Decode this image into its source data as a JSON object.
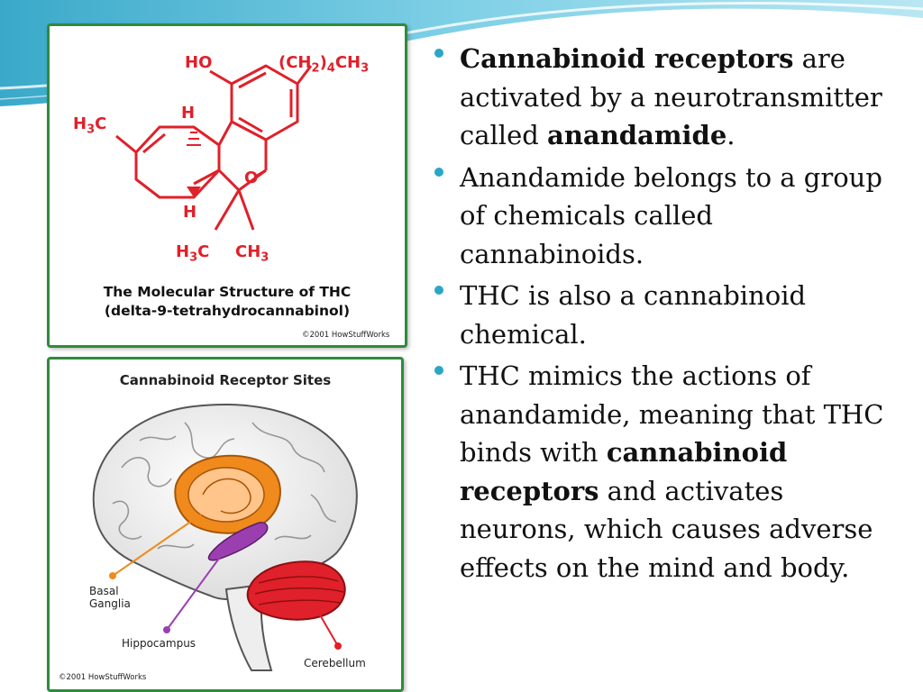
{
  "slide": {
    "accent_color": "#2aa6c8",
    "panel_border_color": "#2e8b3e"
  },
  "thc_figure": {
    "labels": {
      "ho": "HO",
      "side_chain": "(CH2)4CH3",
      "h3c_left": "H3C",
      "h_top": "H",
      "o": "O",
      "h_bottom": "H",
      "h3c_bottom": "H3C",
      "ch3_bottom": "CH3"
    },
    "caption_line1": "The Molecular Structure of THC",
    "caption_line2": "(delta-9-tetrahydrocannabinol)",
    "credit": "©2001 HowStuffWorks",
    "bond_color": "#e0202a"
  },
  "brain_figure": {
    "title": "Cannabinoid Receptor Sites",
    "labels": {
      "basal_ganglia_line1": "Basal",
      "basal_ganglia_line2": "Ganglia",
      "hippocampus": "Hippocampus",
      "cerebellum": "Cerebellum"
    },
    "credit": "©2001 HowStuffWorks",
    "colors": {
      "basal_ganglia": "#f08a1c",
      "hippocampus": "#9b3fb0",
      "cerebellum": "#e0202a"
    }
  },
  "bullets": [
    {
      "parts": [
        {
          "text": "Cannabinoid receptors",
          "bold": true
        },
        {
          "text": " are activated by a neurotransmitter called ",
          "bold": false
        },
        {
          "text": "anandamide",
          "bold": true
        },
        {
          "text": ".",
          "bold": false
        }
      ]
    },
    {
      "parts": [
        {
          "text": "Anandamide belongs to a group of chemicals called cannabinoids.",
          "bold": false
        }
      ]
    },
    {
      "parts": [
        {
          "text": "THC is also a cannabinoid chemical.",
          "bold": false
        }
      ]
    },
    {
      "parts": [
        {
          "text": "THC mimics the actions of anandamide, meaning that THC binds with ",
          "bold": false
        },
        {
          "text": "cannabinoid receptors",
          "bold": true
        },
        {
          "text": " and activates neurons, which causes adverse effects on the mind and body.",
          "bold": false
        }
      ]
    }
  ]
}
